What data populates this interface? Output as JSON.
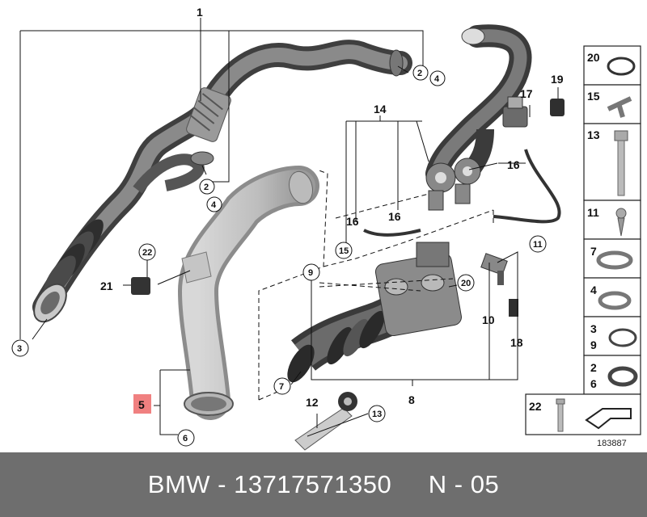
{
  "footer": {
    "text": "BMW - 13717571350     N - 05"
  },
  "diagram_id": "183887",
  "accent_colors": {
    "highlight_box": "#f08080",
    "footer_bg": "#6e6e6e"
  },
  "callouts": {
    "c1": "1",
    "c2a": "2",
    "c4a": "4",
    "c2b": "2",
    "c4b": "4",
    "c3": "3",
    "c5": "5",
    "c6": "6",
    "c7": "7",
    "c8": "8",
    "c9": "9",
    "c10": "10",
    "c11": "11",
    "c12": "12",
    "c13": "13",
    "c14": "14",
    "c15": "15",
    "c16a": "16",
    "c16b": "16",
    "c16c": "16",
    "c17": "17",
    "c18": "18",
    "c19": "19",
    "c20": "20",
    "c21": "21",
    "c22": "22"
  },
  "legend": {
    "items": [
      {
        "label": "20",
        "icon": "o-ring-icon"
      },
      {
        "label": "15",
        "icon": "tee-connector-icon"
      },
      {
        "label": "13",
        "icon": "hex-bolt-icon"
      },
      {
        "label": "11",
        "icon": "screw-icon"
      },
      {
        "label": "7",
        "icon": "hose-clamp-icon"
      },
      {
        "label": "4",
        "icon": "spring-clamp-icon"
      },
      {
        "label": "3",
        "label2": "9",
        "icon": "seal-ring-icon"
      },
      {
        "label": "2",
        "label2": "6",
        "icon": "thick-seal-ring-icon"
      }
    ],
    "bottom": {
      "label": "22",
      "icon": "bolt-icon",
      "icon2": "bracket-icon"
    }
  }
}
